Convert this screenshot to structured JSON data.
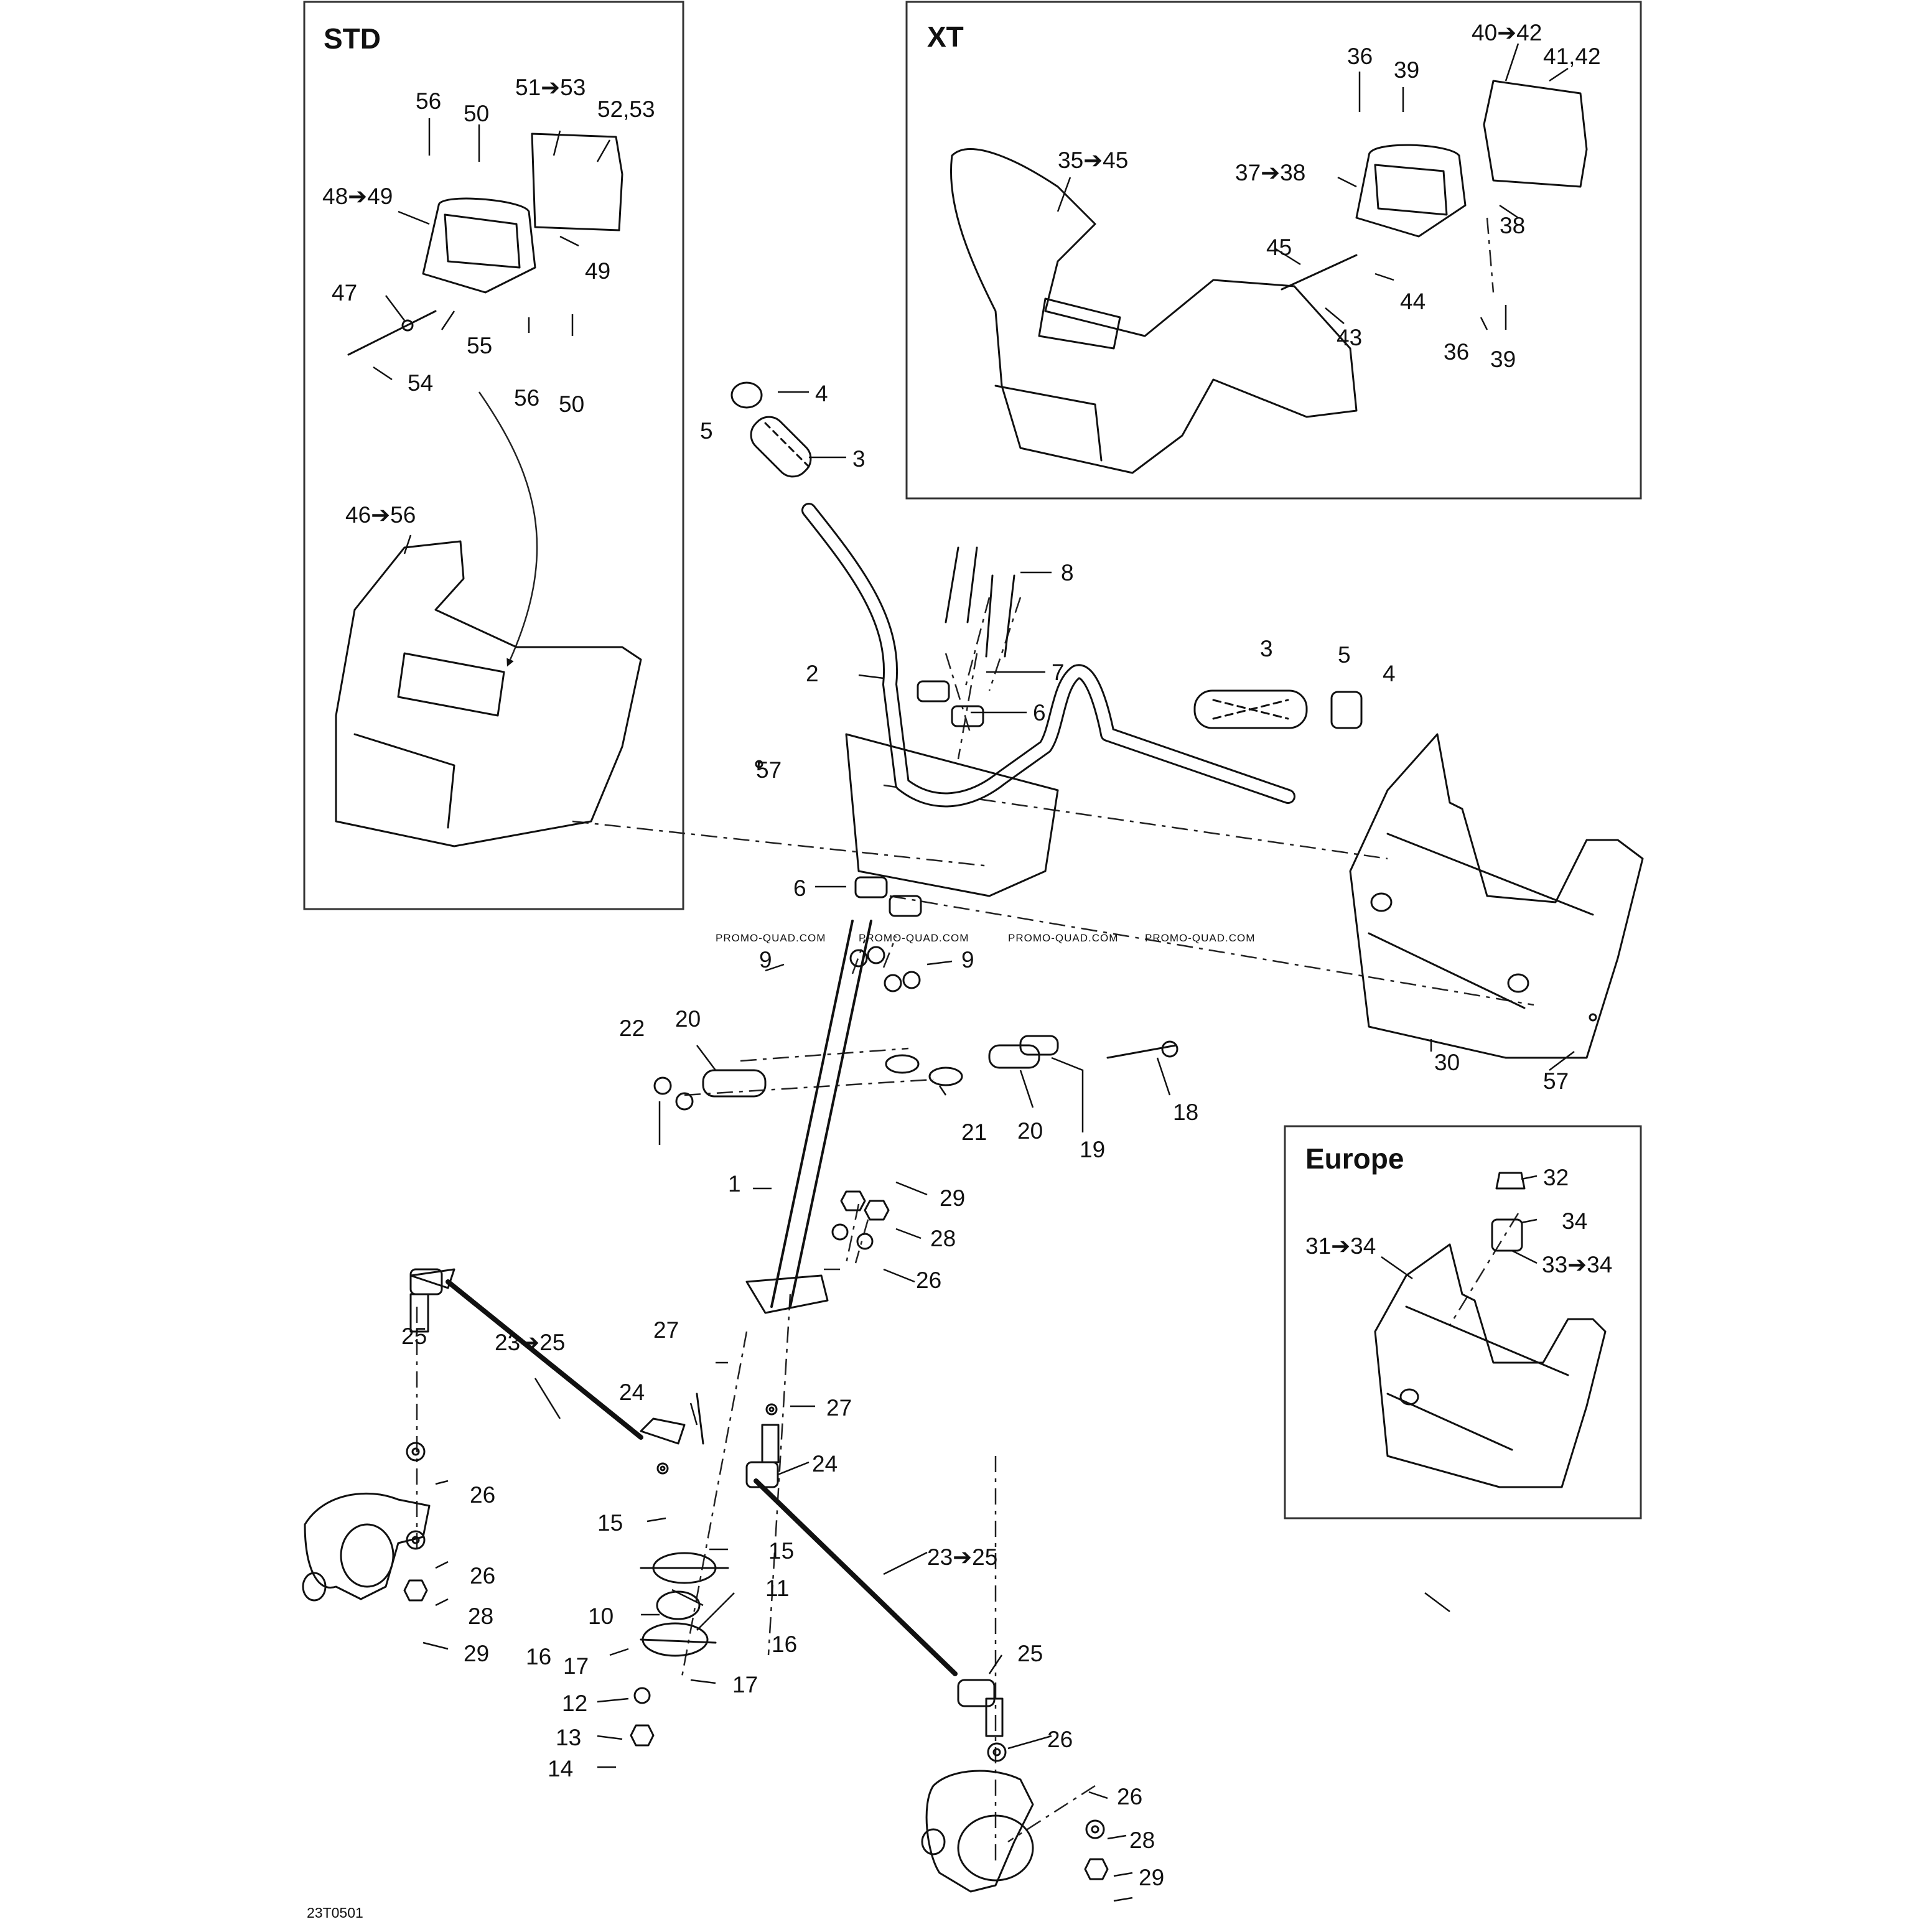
{
  "panels": {
    "std": "STD",
    "xt": "XT",
    "europe": "Europe"
  },
  "figure_id": "23T0501",
  "watermark": "PROMO-QUAD.COM",
  "callouts": {
    "c1": "1",
    "c2": "2",
    "c3a": "3",
    "c3b": "3",
    "c4a": "4",
    "c4b": "4",
    "c5a": "5",
    "c5b": "5",
    "c6a": "6",
    "c6b": "6",
    "c7": "7",
    "c8": "8",
    "c9a": "9",
    "c9b": "9",
    "c10": "10",
    "c11": "11",
    "c12": "12",
    "c13": "13",
    "c14": "14",
    "c15a": "15",
    "c15b": "15",
    "c16a": "16",
    "c16b": "16",
    "c17a": "17",
    "c17b": "17",
    "c18": "18",
    "c19": "19",
    "c20a": "20",
    "c20b": "20",
    "c21": "21",
    "c22": "22",
    "c23a": "23➔25",
    "c23b": "23➔25",
    "c24a": "24",
    "c24b": "24",
    "c25a": "25",
    "c25b": "25",
    "c26a": "26",
    "c26b": "26",
    "c26c": "26",
    "c26d": "26",
    "c26e": "26",
    "c27a": "27",
    "c27b": "27",
    "c28a": "28",
    "c28b": "28",
    "c28c": "28",
    "c29a": "29",
    "c29b": "29",
    "c29c": "29",
    "c30": "30",
    "c31": "31➔34",
    "c32": "32",
    "c33": "33➔34",
    "c34": "34",
    "c35": "35➔45",
    "c36a": "36",
    "c36b": "36",
    "c37": "37➔38",
    "c38": "38",
    "c39a": "39",
    "c39b": "39",
    "c40": "40➔42",
    "c41": "41,42",
    "c43": "43",
    "c44": "44",
    "c45": "45",
    "c46": "46➔56",
    "c47": "47",
    "c48": "48➔49",
    "c49": "49",
    "c50a": "50",
    "c50b": "50",
    "c51": "51➔53",
    "c52": "52,53",
    "c54": "54",
    "c55": "55",
    "c56a": "56",
    "c56b": "56",
    "c57a": "57",
    "c57b": "57"
  }
}
